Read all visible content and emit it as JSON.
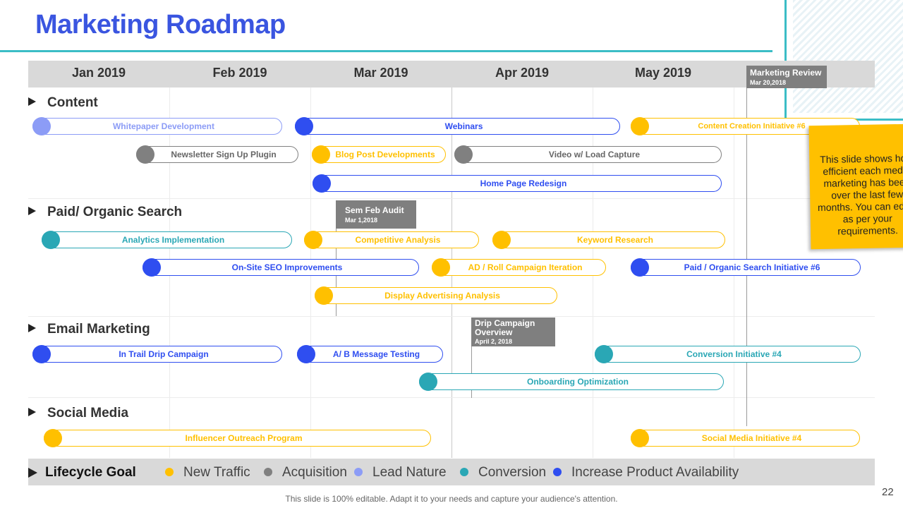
{
  "title": "Marketing Roadmap",
  "months": [
    "Jan 2019",
    "Feb 2019",
    "Mar 2019",
    "Apr 2019",
    "May 2019"
  ],
  "colors": {
    "new_traffic": "#ffc000",
    "acquisition": "#808080",
    "lead_nature": "#8c9cf6",
    "conversion": "#2aa7b5",
    "increase_product": "#2f4ef0"
  },
  "sections": {
    "content": "Content",
    "search": "Paid/ Organic Search",
    "email": "Email Marketing",
    "social": "Social Media"
  },
  "tasks": {
    "whitepaper": "Whitepaper Development",
    "webinars": "Webinars",
    "content_initiative": "Content Creation Initiative #6",
    "newsletter": "Newsletter Sign Up Plugin",
    "blog_post": "Blog Post Developments",
    "video": "Video w/ Load Capture",
    "homepage": "Home Page Redesign",
    "analytics": "Analytics Implementation",
    "competitive": "Competitive Analysis",
    "keyword": "Keyword Research",
    "onsite_seo": "On-Site SEO Improvements",
    "ad_roll": "AD / Roll Campaign Iteration",
    "paid_initiative": "Paid / Organic Search Initiative #6",
    "display_ad": "Display Advertising Analysis",
    "drip": "In Trail Drip Campaign",
    "ab_test": "A/ B Message Testing",
    "conversion_initiative": "Conversion Initiative #4",
    "onboarding": "Onboarding Optimization",
    "influencer": "Influencer Outreach Program",
    "social_initiative": "Social Media Initiative #4"
  },
  "milestones": {
    "marketing_review": {
      "title": "Marketing Review",
      "date": "Mar 20,2018"
    },
    "sem_audit": {
      "title": "Sem Feb Audit",
      "date": "Mar 1,2018"
    },
    "drip_overview": {
      "title_line1": "Drip Campaign",
      "title_line2": "Overview",
      "date": "April 2, 2018"
    }
  },
  "note": {
    "text": "This slide shows how efficient each media marketing has been over the last few months. You can edit it as per your requirements."
  },
  "legend": {
    "title": "Lifecycle Goal",
    "items": [
      "New Traffic",
      "Acquisition",
      "Lead Nature",
      "Conversion",
      "Increase Product Availability"
    ]
  },
  "footer": "This slide is 100% editable. Adapt it to your needs and capture your audience's attention.",
  "page_number": "22"
}
